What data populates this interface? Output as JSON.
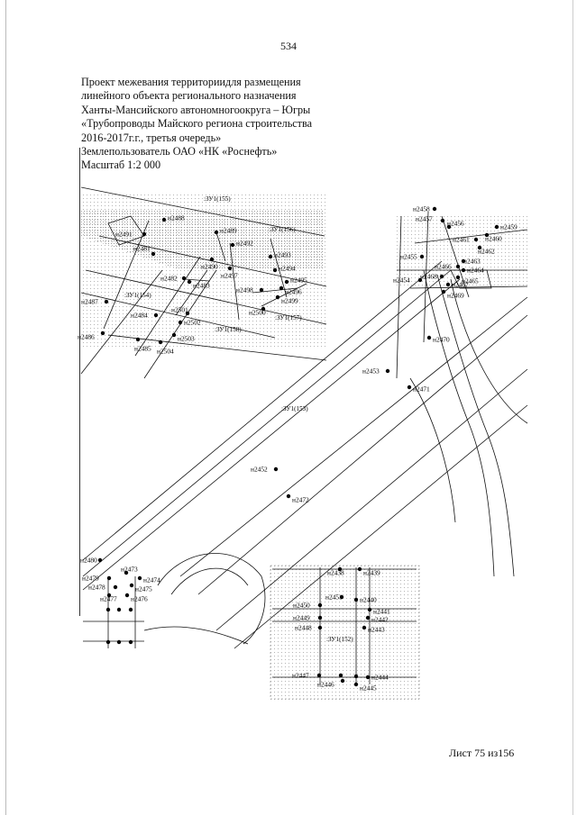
{
  "page_number": "534",
  "title_lines": [
    "Проект межевания территориидля размещения",
    "линейного объекта регионального назначения",
    "Ханты-Мансийского автономногоокруга – Югры",
    "«Трубопроводы Майского региона строительства",
    "2016-2017г.г., третья очередь»",
    "Землепользователь ОАО «НК «Роснефть»",
    "Масштаб 1:2 000"
  ],
  "sheet_label": "Лист 75 из156",
  "parcels": [
    ":ЗУ1(155)",
    ":ЗУ1(156)",
    ":ЗУ1(154)",
    ":ЗУ1(157)",
    ":ЗУ1(158)",
    ":ЗУ1(153)",
    ":ЗУ1(152)"
  ],
  "points": [
    "н2488",
    "н2489",
    "н2491",
    "н2481",
    "н2492",
    "н2490",
    "н2493",
    "н2497",
    "н2494",
    "н2495",
    "н2482",
    "н2483",
    "н2496",
    "н2498",
    "н2499",
    "н2487",
    "н2500",
    "н2501",
    "н2484",
    "н2502",
    "н2486",
    "н2503",
    "н2485",
    "н2504",
    "н2458",
    "н2457",
    "н2456",
    "н2459",
    "н2460",
    "н2461",
    "н2462",
    "н2455",
    "н2463",
    "н2466",
    "н2464",
    "н2454",
    "н2468",
    "н2465",
    "н2467",
    "н2469",
    "н2470",
    "н2453",
    "н2471",
    "н2452",
    "н2472",
    "н2480",
    "н2473",
    "н2479",
    "н2474",
    "н2478",
    "н2475",
    "н2477",
    "н2476",
    "н2438",
    "н2439",
    "н2451",
    "н2440",
    "н2450",
    "н2441",
    "н2449",
    "н2442",
    "н2448",
    "н2443",
    "н2447",
    "н2444",
    "н2446",
    "н2445"
  ]
}
